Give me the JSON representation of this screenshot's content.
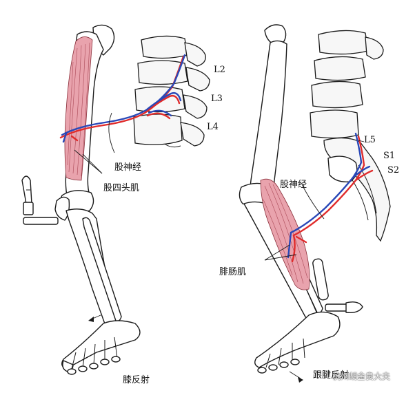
{
  "labels": {
    "l2": "L2",
    "l3": "L3",
    "l4": "L4",
    "l5": "L5",
    "s1": "S1",
    "s2": "S2",
    "femoral_nerve_left": "股神经",
    "quadriceps": "股四头肌",
    "femoral_nerve_right": "股神经",
    "gastrocnemius": "腓肠肌",
    "knee_reflex": "膝反射",
    "ankle_reflex": "跟腱反射",
    "watermark": "杭州胡金良大夫"
  },
  "colors": {
    "nerve_red": "#e02b2b",
    "nerve_blue": "#2948b8",
    "muscle": "#e9a3ad",
    "outline": "#1a1a1a"
  }
}
